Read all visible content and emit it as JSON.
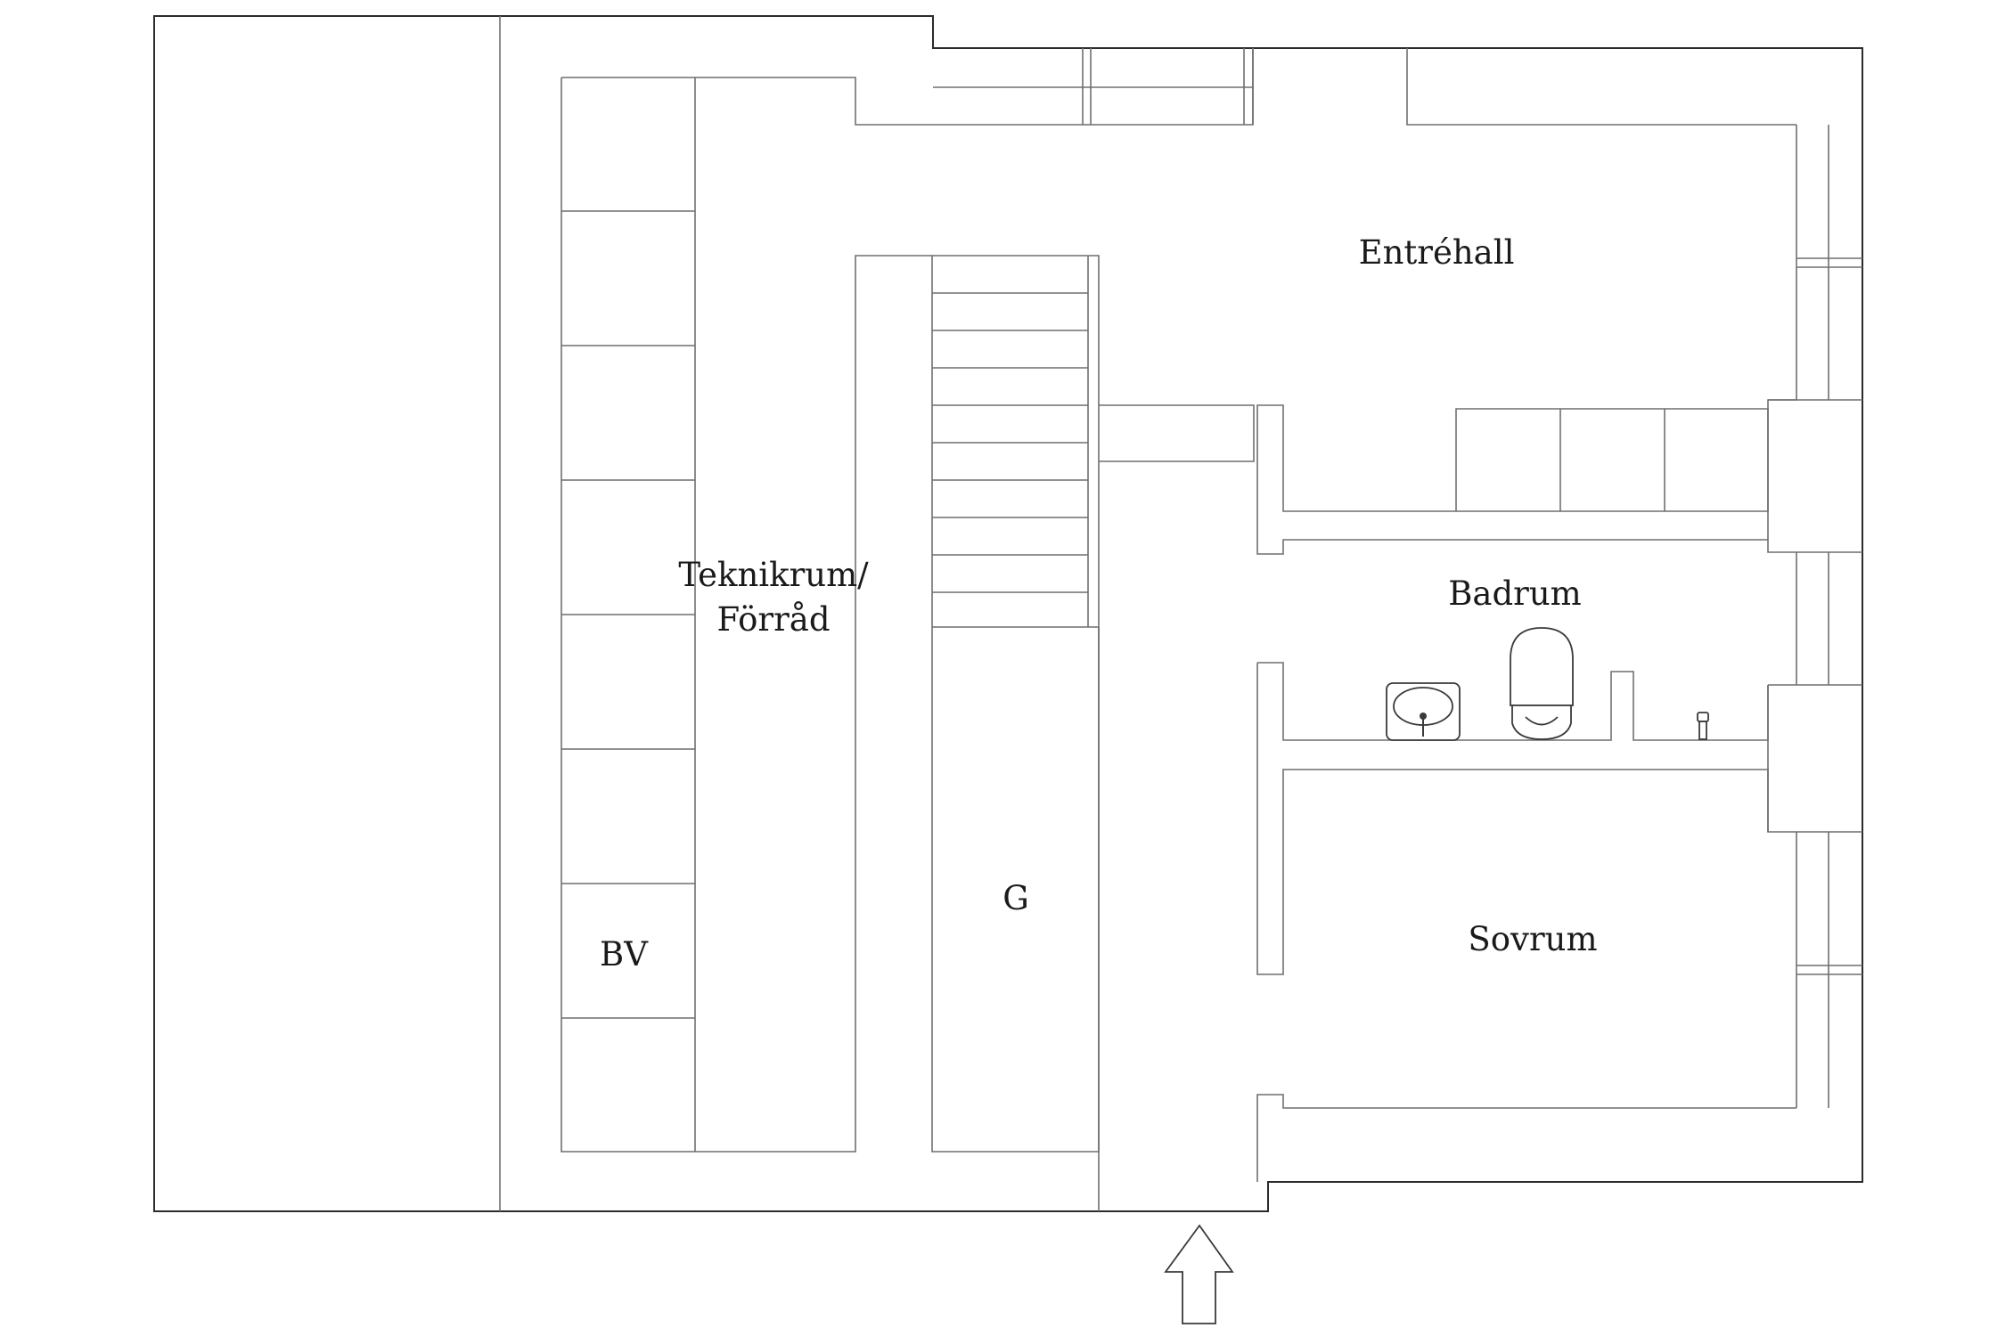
{
  "plan": {
    "rooms": {
      "entrehall": "Entréhall",
      "badrum": "Badrum",
      "sovrum": "Sovrum",
      "teknikrum_line1": "Teknikrum/",
      "teknikrum_line2": "Förråd",
      "bv": "BV",
      "g": "G"
    },
    "icons": {
      "entrance": "entrance-arrow-icon",
      "sink": "sink-icon",
      "toilet": "toilet-icon",
      "floor_drain": "floor-drain-icon"
    },
    "colors": {
      "line": "#2b2b2b",
      "background": "#ffffff"
    }
  }
}
